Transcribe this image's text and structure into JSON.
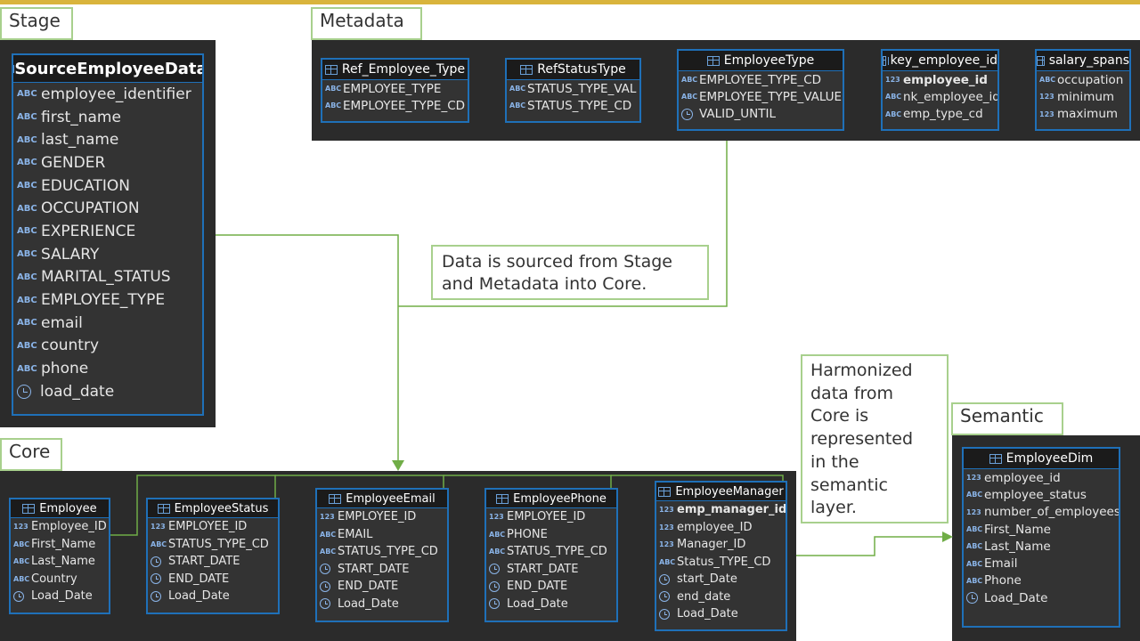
{
  "labels": {
    "stage": "Stage",
    "metadata": "Metadata",
    "core": "Core",
    "semantic": "Semantic"
  },
  "notes": {
    "sourced": [
      "Data is sourced from Stage",
      "and Metadata into Core."
    ],
    "harmonized": [
      "Harmonized",
      "data from",
      "Core is",
      "represented",
      "in the",
      "semantic",
      "layer."
    ]
  },
  "colors": {
    "accent_bar": "#d9b43c",
    "connector": "#70ad47",
    "table_border": "#1f70b8",
    "panel": "#2b2b2b"
  },
  "icons": {
    "table": "table-icon",
    "text": "text-type-icon",
    "number": "number-type-icon",
    "date": "clock-icon",
    "key": "key-icon"
  },
  "tables": {
    "source_employee_data": {
      "name": "SourceEmployeeData",
      "columns": [
        {
          "icon": "ABC",
          "name": "employee_identifier"
        },
        {
          "icon": "ABC",
          "name": "first_name"
        },
        {
          "icon": "ABC",
          "name": "last_name"
        },
        {
          "icon": "ABC",
          "name": "GENDER"
        },
        {
          "icon": "ABC",
          "name": "EDUCATION"
        },
        {
          "icon": "ABC",
          "name": "OCCUPATION"
        },
        {
          "icon": "ABC",
          "name": "EXPERIENCE"
        },
        {
          "icon": "ABC",
          "name": "SALARY"
        },
        {
          "icon": "ABC",
          "name": "MARITAL_STATUS"
        },
        {
          "icon": "ABC",
          "name": "EMPLOYEE_TYPE"
        },
        {
          "icon": "ABC",
          "name": "email"
        },
        {
          "icon": "ABC",
          "name": "country"
        },
        {
          "icon": "ABC",
          "name": "phone"
        },
        {
          "icon": "clock",
          "name": "load_date"
        }
      ]
    },
    "ref_employee_type": {
      "name": "Ref_Employee_Type",
      "columns": [
        {
          "icon": "ABC",
          "name": "EMPLOYEE_TYPE"
        },
        {
          "icon": "ABC",
          "name": "EMPLOYEE_TYPE_CD"
        }
      ]
    },
    "ref_status_type": {
      "name": "RefStatusType",
      "columns": [
        {
          "icon": "ABC",
          "name": "STATUS_TYPE_VAL"
        },
        {
          "icon": "ABC",
          "name": "STATUS_TYPE_CD"
        }
      ]
    },
    "employee_type": {
      "name": "EmployeeType",
      "columns": [
        {
          "icon": "ABC",
          "name": "EMPLOYEE_TYPE_CD"
        },
        {
          "icon": "ABC",
          "name": "EMPLOYEE_TYPE_VALUE"
        },
        {
          "icon": "clock",
          "name": "VALID_UNTIL"
        }
      ]
    },
    "key_employee_id": {
      "name": "key_employee_id",
      "columns": [
        {
          "icon": "123",
          "name": "employee_id",
          "key": true
        },
        {
          "icon": "ABC",
          "name": "nk_employee_id"
        },
        {
          "icon": "ABC",
          "name": "emp_type_cd"
        }
      ]
    },
    "salary_spans": {
      "name": "salary_spans",
      "columns": [
        {
          "icon": "ABC",
          "name": "occupation"
        },
        {
          "icon": "123",
          "name": "minimum"
        },
        {
          "icon": "123",
          "name": "maximum"
        }
      ]
    },
    "employee": {
      "name": "Employee",
      "columns": [
        {
          "icon": "123",
          "name": "Employee_ID"
        },
        {
          "icon": "ABC",
          "name": "First_Name"
        },
        {
          "icon": "ABC",
          "name": "Last_Name"
        },
        {
          "icon": "ABC",
          "name": "Country"
        },
        {
          "icon": "clock",
          "name": "Load_Date"
        }
      ]
    },
    "employee_status": {
      "name": "EmployeeStatus",
      "columns": [
        {
          "icon": "123",
          "name": "EMPLOYEE_ID"
        },
        {
          "icon": "ABC",
          "name": "STATUS_TYPE_CD"
        },
        {
          "icon": "clock",
          "name": "START_DATE"
        },
        {
          "icon": "clock",
          "name": "END_DATE"
        },
        {
          "icon": "clock",
          "name": "Load_Date"
        }
      ]
    },
    "employee_email": {
      "name": "EmployeeEmail",
      "columns": [
        {
          "icon": "123",
          "name": "EMPLOYEE_ID"
        },
        {
          "icon": "ABC",
          "name": "EMAIL"
        },
        {
          "icon": "ABC",
          "name": "STATUS_TYPE_CD"
        },
        {
          "icon": "clock",
          "name": "START_DATE"
        },
        {
          "icon": "clock",
          "name": "END_DATE"
        },
        {
          "icon": "clock",
          "name": "Load_Date"
        }
      ]
    },
    "employee_phone": {
      "name": "EmployeePhone",
      "columns": [
        {
          "icon": "123",
          "name": "EMPLOYEE_ID"
        },
        {
          "icon": "ABC",
          "name": "PHONE"
        },
        {
          "icon": "ABC",
          "name": "STATUS_TYPE_CD"
        },
        {
          "icon": "clock",
          "name": "START_DATE"
        },
        {
          "icon": "clock",
          "name": "END_DATE"
        },
        {
          "icon": "clock",
          "name": "Load_Date"
        }
      ]
    },
    "employee_manager": {
      "name": "EmployeeManager",
      "columns": [
        {
          "icon": "123",
          "name": "emp_manager_id",
          "key": true
        },
        {
          "icon": "123",
          "name": "employee_ID"
        },
        {
          "icon": "123",
          "name": "Manager_ID"
        },
        {
          "icon": "ABC",
          "name": "Status_TYPE_CD"
        },
        {
          "icon": "clock",
          "name": "start_Date"
        },
        {
          "icon": "clock",
          "name": "end_date"
        },
        {
          "icon": "clock",
          "name": "Load_Date"
        }
      ]
    },
    "employee_dim": {
      "name": "EmployeeDim",
      "columns": [
        {
          "icon": "123",
          "name": "employee_id"
        },
        {
          "icon": "ABC",
          "name": "employee_status"
        },
        {
          "icon": "123",
          "name": "number_of_employees"
        },
        {
          "icon": "ABC",
          "name": "First_Name"
        },
        {
          "icon": "ABC",
          "name": "Last_Name"
        },
        {
          "icon": "ABC",
          "name": "Email"
        },
        {
          "icon": "ABC",
          "name": "Phone"
        },
        {
          "icon": "clock",
          "name": "Load_Date"
        }
      ]
    }
  }
}
